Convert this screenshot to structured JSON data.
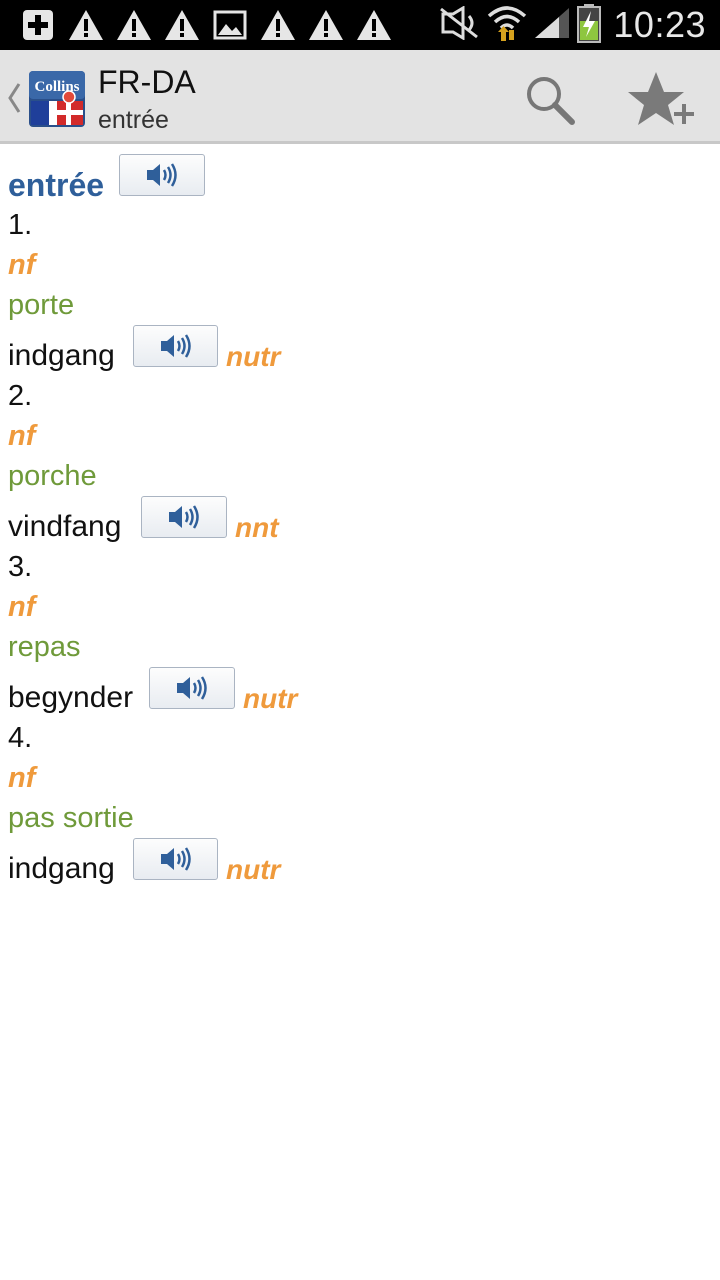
{
  "status_bar": {
    "time": "10:23",
    "notification_icons": [
      "add-box-icon",
      "warning-icon",
      "warning-icon",
      "warning-icon",
      "image-icon",
      "warning-icon",
      "warning-icon",
      "warning-icon"
    ]
  },
  "action_bar": {
    "logo_text": "Collins",
    "title": "FR-DA",
    "subtitle": "entrée"
  },
  "entry": {
    "headword": "entrée",
    "senses": [
      {
        "number": "1.",
        "pos": "nf",
        "sense": "porte",
        "translation": "indgang",
        "gender": "nutr"
      },
      {
        "number": "2.",
        "pos": "nf",
        "sense": "porche",
        "translation": "vindfang",
        "gender": "nnt"
      },
      {
        "number": "3.",
        "pos": "nf",
        "sense": "repas",
        "translation": "begynder",
        "gender": "nutr"
      },
      {
        "number": "4.",
        "pos": "nf",
        "sense": "pas sortie",
        "translation": "indgang",
        "gender": "nutr"
      }
    ]
  },
  "colors": {
    "headword": "#2f5f9a",
    "part_of_speech": "#ef9a3c",
    "sense": "#6f9a3a",
    "action_bar": "#e3e3e3"
  }
}
